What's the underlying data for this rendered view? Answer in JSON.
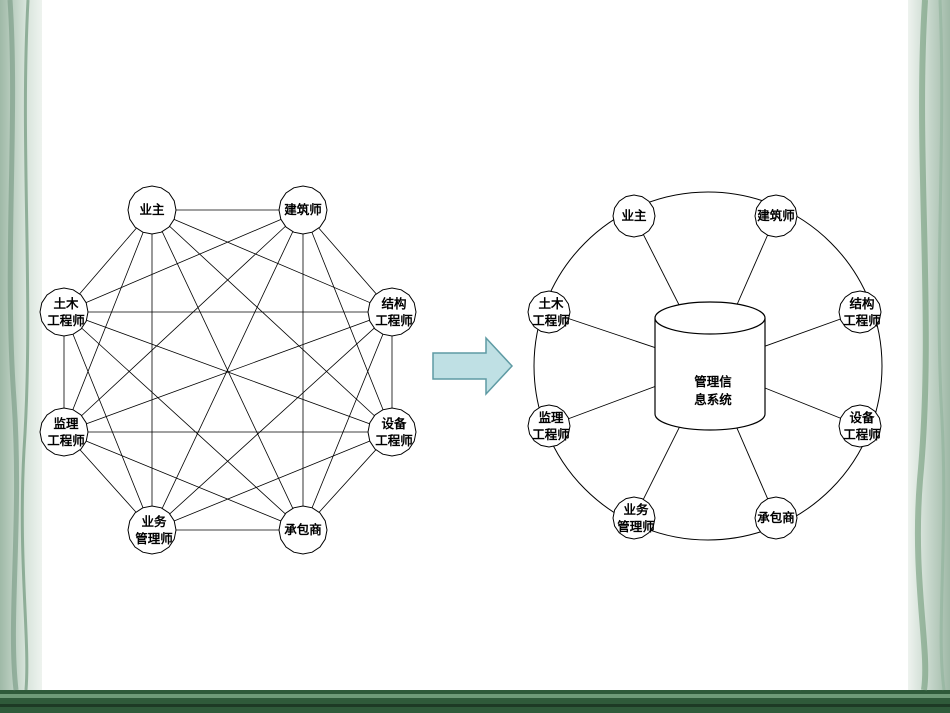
{
  "left_diagram": {
    "nodes": [
      {
        "id": "owner",
        "lines": [
          "业主"
        ]
      },
      {
        "id": "architect",
        "lines": [
          "建筑师"
        ]
      },
      {
        "id": "structural",
        "lines": [
          "结构",
          "工程师"
        ]
      },
      {
        "id": "equipment",
        "lines": [
          "设备",
          "工程师"
        ]
      },
      {
        "id": "contractor",
        "lines": [
          "承包商"
        ]
      },
      {
        "id": "business",
        "lines": [
          "业务",
          "管理师"
        ]
      },
      {
        "id": "supervision",
        "lines": [
          "监理",
          "工程师"
        ]
      },
      {
        "id": "civil",
        "lines": [
          "土木",
          "工程师"
        ]
      }
    ]
  },
  "right_diagram": {
    "center_lines": [
      "管理信",
      "息系统"
    ],
    "nodes": [
      {
        "id": "owner",
        "lines": [
          "业主"
        ]
      },
      {
        "id": "architect",
        "lines": [
          "建筑师"
        ]
      },
      {
        "id": "structural",
        "lines": [
          "结构",
          "工程师"
        ]
      },
      {
        "id": "equipment",
        "lines": [
          "设备",
          "工程师"
        ]
      },
      {
        "id": "contractor",
        "lines": [
          "承包商"
        ]
      },
      {
        "id": "business",
        "lines": [
          "业务",
          "管理师"
        ]
      },
      {
        "id": "supervision",
        "lines": [
          "监理",
          "工程师"
        ]
      },
      {
        "id": "civil",
        "lines": [
          "土木",
          "工程师"
        ]
      }
    ]
  },
  "colors": {
    "arrow_fill": "#bfe0e4",
    "arrow_stroke": "#5e9aa3",
    "border_green": "#3e6b4c",
    "line": "#000000"
  }
}
